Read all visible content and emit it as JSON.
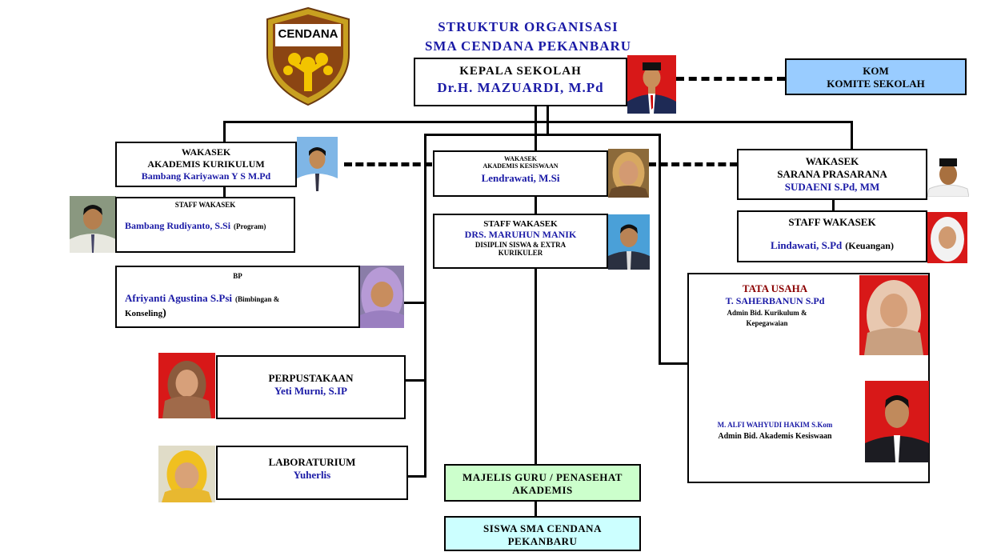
{
  "logo": {
    "text": "CENDANA"
  },
  "title": {
    "line1": "STRUKTUR ORGANISASI",
    "line2": "SMA CENDANA PEKANBARU"
  },
  "kepala": {
    "role": "KEPALA SEKOLAH",
    "name": "Dr.H. MAZUARDI, M.Pd"
  },
  "komite": {
    "line1": "KOM",
    "line2": "KOMITE SEKOLAH"
  },
  "wakasek_kurikulum": {
    "role1": "WAKASEK",
    "role2": "AKADEMIS KURIKULUM",
    "name": "Bambang Kariyawan Y S M.Pd"
  },
  "staff_kurikulum": {
    "role": "STAFF WAKASEK",
    "name": "Bambang Rudiyanto, S.Si",
    "note": "(Program)"
  },
  "bp": {
    "role": "BP",
    "name": "Afriyanti Agustina S.Psi",
    "note1": "(Bimbingan &",
    "note2": "Konseling",
    "note3": ")"
  },
  "perpustakaan": {
    "role": "PERPUSTAKAAN",
    "name": "Yeti Murni, S.IP"
  },
  "laboratorium": {
    "role": "LABORATURIUM",
    "name": "Yuherlis"
  },
  "wakasek_kesiswaan": {
    "role1": "WAKASEK",
    "role2": "AKADEMIS KESISWAAN",
    "name": "Lendrawati, M.Si"
  },
  "staff_kesiswaan": {
    "role": "STAFF WAKASEK",
    "name": "DRS. MARUHUN MANIK",
    "duty1": "DISIPLIN SISWA & EXTRA",
    "duty2": "KURIKULER"
  },
  "wakasek_sarana": {
    "role1": "WAKASEK",
    "role2": "SARANA PRASARANA",
    "name": "SUDAENI S.Pd, MM"
  },
  "staff_sarana": {
    "role": "STAFF WAKASEK",
    "name": "Lindawati, S.Pd",
    "note": "(Keuangan)"
  },
  "tata_usaha": {
    "role": "TATA USAHA",
    "name1": "T. SAHERBANUN S.Pd",
    "duty1a": "Admin Bid. Kurikulum &",
    "duty1b": "Kepegawaian",
    "name2": "M. ALFI WAHYUDI HAKIM S.Kom",
    "duty2": "Admin Bid. Akademis Kesiswaan"
  },
  "majelis": {
    "line1": "MAJELIS GURU / PENASEHAT",
    "line2": "AKADEMIS"
  },
  "siswa": {
    "line1": "SISWA SMA CENDANA",
    "line2": "PEKANBARU"
  },
  "colors": {
    "komite_bg": "#99ccff",
    "majelis_bg": "#ccffcc",
    "siswa_bg": "#ccffff",
    "name_blue": "#1a1aa6",
    "tata_usaha_red": "#8b0000",
    "logo_gold": "#c8a020",
    "logo_brown": "#8b4513"
  }
}
